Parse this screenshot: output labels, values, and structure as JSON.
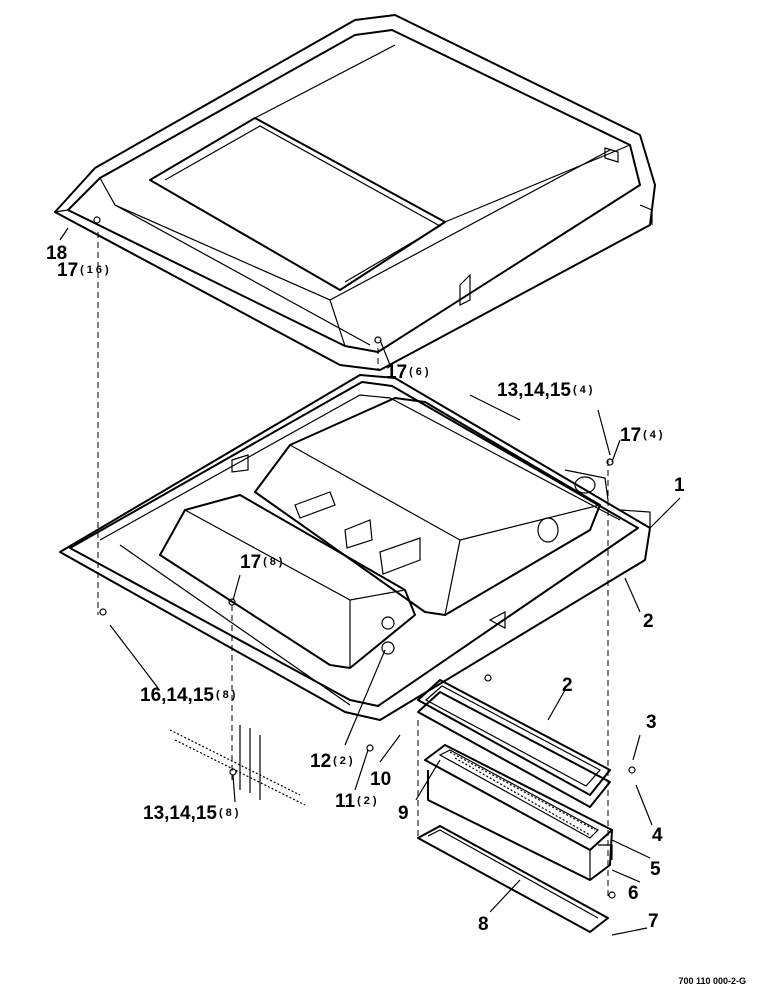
{
  "callouts": [
    {
      "id": "c18",
      "text": "18",
      "qty": ""
    },
    {
      "id": "c17a",
      "text": "17",
      "qty": "(16)"
    },
    {
      "id": "c17b",
      "text": "17",
      "qty": "(6)"
    },
    {
      "id": "c131415a",
      "text": "13,14,15",
      "qty": "(4)"
    },
    {
      "id": "c17c",
      "text": "17",
      "qty": "(4)"
    },
    {
      "id": "c1",
      "text": "1",
      "qty": ""
    },
    {
      "id": "c17d",
      "text": "17",
      "qty": "(8)"
    },
    {
      "id": "c2a",
      "text": "2",
      "qty": ""
    },
    {
      "id": "c161415",
      "text": "16,14,15",
      "qty": "(8)"
    },
    {
      "id": "c2b",
      "text": "2",
      "qty": ""
    },
    {
      "id": "c3",
      "text": "3",
      "qty": ""
    },
    {
      "id": "c12",
      "text": "12",
      "qty": "(2)"
    },
    {
      "id": "c10",
      "text": "10",
      "qty": ""
    },
    {
      "id": "c4",
      "text": "4",
      "qty": ""
    },
    {
      "id": "c11",
      "text": "11",
      "qty": "(2)"
    },
    {
      "id": "c9",
      "text": "9",
      "qty": ""
    },
    {
      "id": "c131415b",
      "text": "13,14,15",
      "qty": "(8)"
    },
    {
      "id": "c5",
      "text": "5",
      "qty": ""
    },
    {
      "id": "c6",
      "text": "6",
      "qty": ""
    },
    {
      "id": "c8",
      "text": "8",
      "qty": ""
    },
    {
      "id": "c7",
      "text": "7",
      "qty": ""
    }
  ],
  "drawing_number": "700 110 000-2-G"
}
